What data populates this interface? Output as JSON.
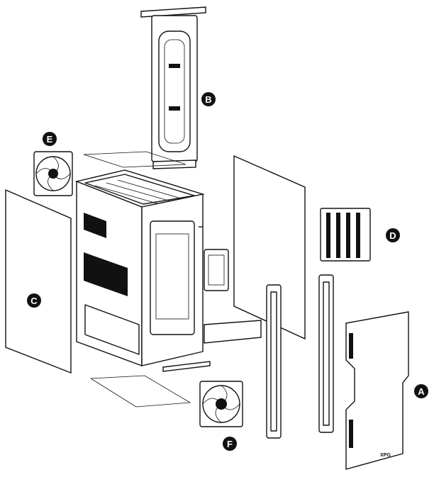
{
  "callouts": [
    {
      "id": "a",
      "label": "A"
    },
    {
      "id": "b",
      "label": "B"
    },
    {
      "id": "c",
      "label": "C"
    },
    {
      "id": "d-right",
      "label": "D"
    },
    {
      "id": "d-inner",
      "label": "D"
    },
    {
      "id": "e",
      "label": "E"
    },
    {
      "id": "f",
      "label": "F"
    }
  ],
  "brand_logo_text": "XPG",
  "colors": {
    "line": "#111111",
    "background": "#ffffff"
  }
}
